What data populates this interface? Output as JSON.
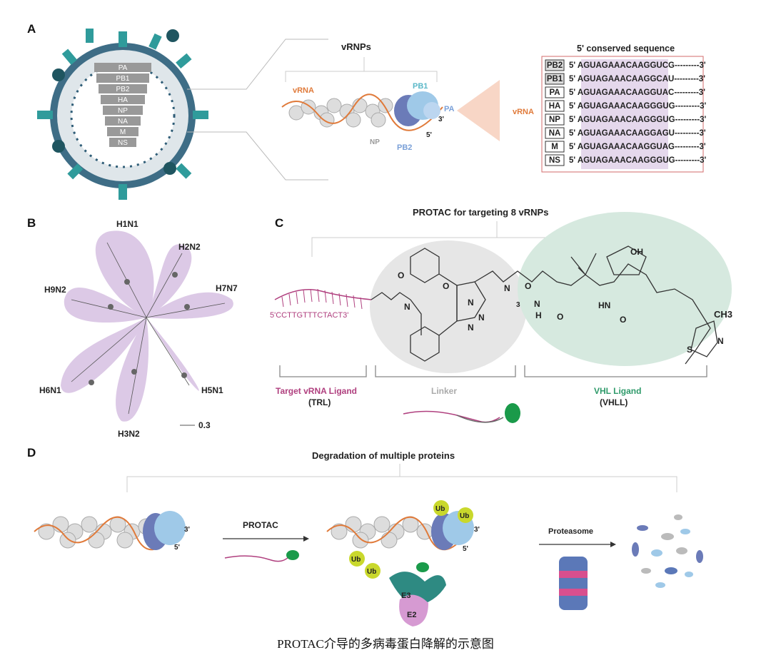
{
  "panels": {
    "a": "A",
    "b": "B",
    "c": "C",
    "d": "D"
  },
  "virion": {
    "segments": [
      "PA",
      "PB1",
      "PB2",
      "HA",
      "NP",
      "NA",
      "M",
      "NS"
    ]
  },
  "vrnp": {
    "title": "vRNPs",
    "vrna": "vRNA",
    "pb1": "PB1",
    "pa": "PA",
    "np": "NP",
    "pb2": "PB2",
    "three": "3'",
    "five": "5'"
  },
  "conserved": {
    "title": "5' conserved sequence",
    "side_label": "vRNA",
    "rows": [
      {
        "seg": "PB2",
        "seq": "5' AGUAGAAACAAGGUCG---------3'"
      },
      {
        "seg": "PB1",
        "seq": "5' AGUAGAAACAAGGCAU---------3'"
      },
      {
        "seg": "PA",
        "seq": "5' AGUAGAAACAAGGUAC---------3'"
      },
      {
        "seg": "HA",
        "seq": "5' AGUAGAAACAAGGGUG---------3'"
      },
      {
        "seg": "NP",
        "seq": "5' AGUAGAAACAAGGGUG---------3'"
      },
      {
        "seg": "NA",
        "seq": "5' AGUAGAAACAAGGAGU---------3'"
      },
      {
        "seg": "M",
        "seq": "5' AGUAGAAACAAGGUAG---------3'"
      },
      {
        "seg": "NS",
        "seq": "5' AGUAGAAACAAGGGUG---------3'"
      }
    ]
  },
  "tree": {
    "labels": [
      "H1N1",
      "H2N2",
      "H7N7",
      "H9N2",
      "H6N1",
      "H5N1",
      "H3N2"
    ],
    "scale": "0.3"
  },
  "protac": {
    "title": "PROTAC for targeting 8 vRNPs",
    "rna_seq": "5'CCTTGTTTCTACT3'",
    "atoms": {
      "o1": "O",
      "n1": "N",
      "n2": "N",
      "n3": "N",
      "n4": "N",
      "o2": "O",
      "sub3": "3",
      "o3": "O",
      "nh": "N",
      "h": "H",
      "o4": "O",
      "n5": "N",
      "oh": "OH",
      "o5": "O",
      "hn": "HN",
      "ch3": "CH3",
      "s": "S",
      "n6": "N"
    },
    "trl": "Target vRNA Ligand",
    "trl_abbr": "(TRL)",
    "linker": "Linker",
    "vhl": "VHL Ligand",
    "vhl_abbr": "(VHLL)"
  },
  "degradation": {
    "title": "Degradation of multiple proteins",
    "protac": "PROTAC",
    "proteasome": "Proteasome",
    "ub": "Ub",
    "e3": "E3",
    "e2": "E2",
    "three": "3'",
    "five": "5'"
  },
  "caption": "PROTAC介导的多病毒蛋白降解的示意图",
  "colors": {
    "purple": "#b0407f",
    "green": "#2e9a6a",
    "teal": "#2f9b9b",
    "orange": "#e07a3a",
    "lilac": "#d8c8e3"
  }
}
